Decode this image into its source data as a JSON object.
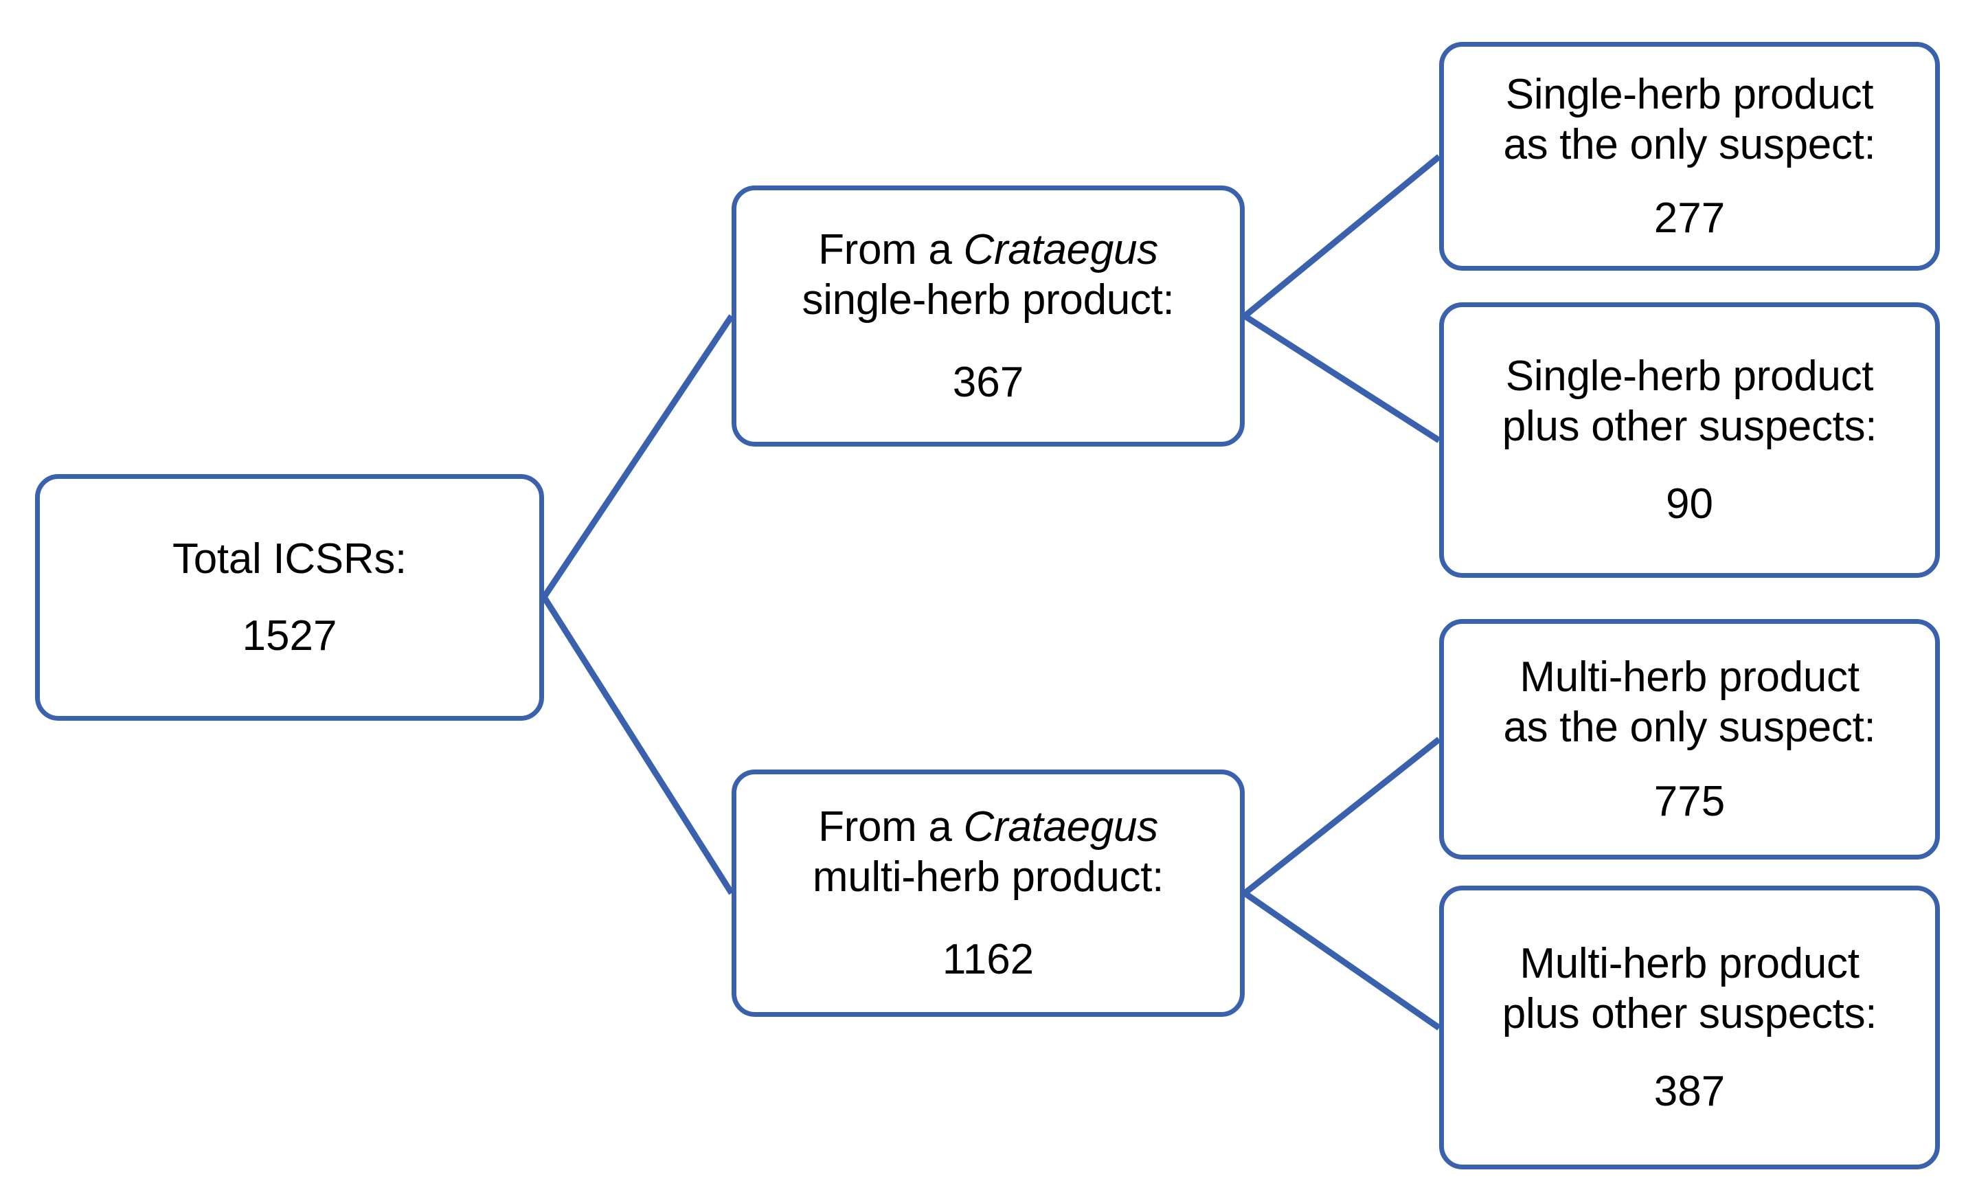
{
  "diagram": {
    "type": "flowchart",
    "orientation": "left-to-right",
    "accent_color": "#3A61AE",
    "background_color": "#FFFFFF",
    "text_color": "#000000",
    "nodes": {
      "root": {
        "label": "Total ICSRs:",
        "value": "1527"
      },
      "single_herb": {
        "label_pre": "From a ",
        "label_italic": "Crataegus",
        "label_post": "\nsingle-herb product:",
        "value": "367"
      },
      "multi_herb": {
        "label_pre": "From a ",
        "label_italic": "Crataegus",
        "label_post": "\nmulti-herb product:",
        "value": "1162"
      },
      "single_only_suspect": {
        "label": "Single-herb product\nas the only suspect:",
        "value": "277"
      },
      "single_plus_other": {
        "label": "Single-herb product\nplus other suspects:",
        "value": "90"
      },
      "multi_only_suspect": {
        "label": "Multi-herb product\nas the only suspect:",
        "value": "775"
      },
      "multi_plus_other": {
        "label": "Multi-herb product\nplus other suspects:",
        "value": "387"
      }
    },
    "edges": [
      {
        "from": "root",
        "to": "single_herb"
      },
      {
        "from": "root",
        "to": "multi_herb"
      },
      {
        "from": "single_herb",
        "to": "single_only_suspect"
      },
      {
        "from": "single_herb",
        "to": "single_plus_other"
      },
      {
        "from": "multi_herb",
        "to": "multi_only_suspect"
      },
      {
        "from": "multi_herb",
        "to": "multi_plus_other"
      }
    ]
  }
}
